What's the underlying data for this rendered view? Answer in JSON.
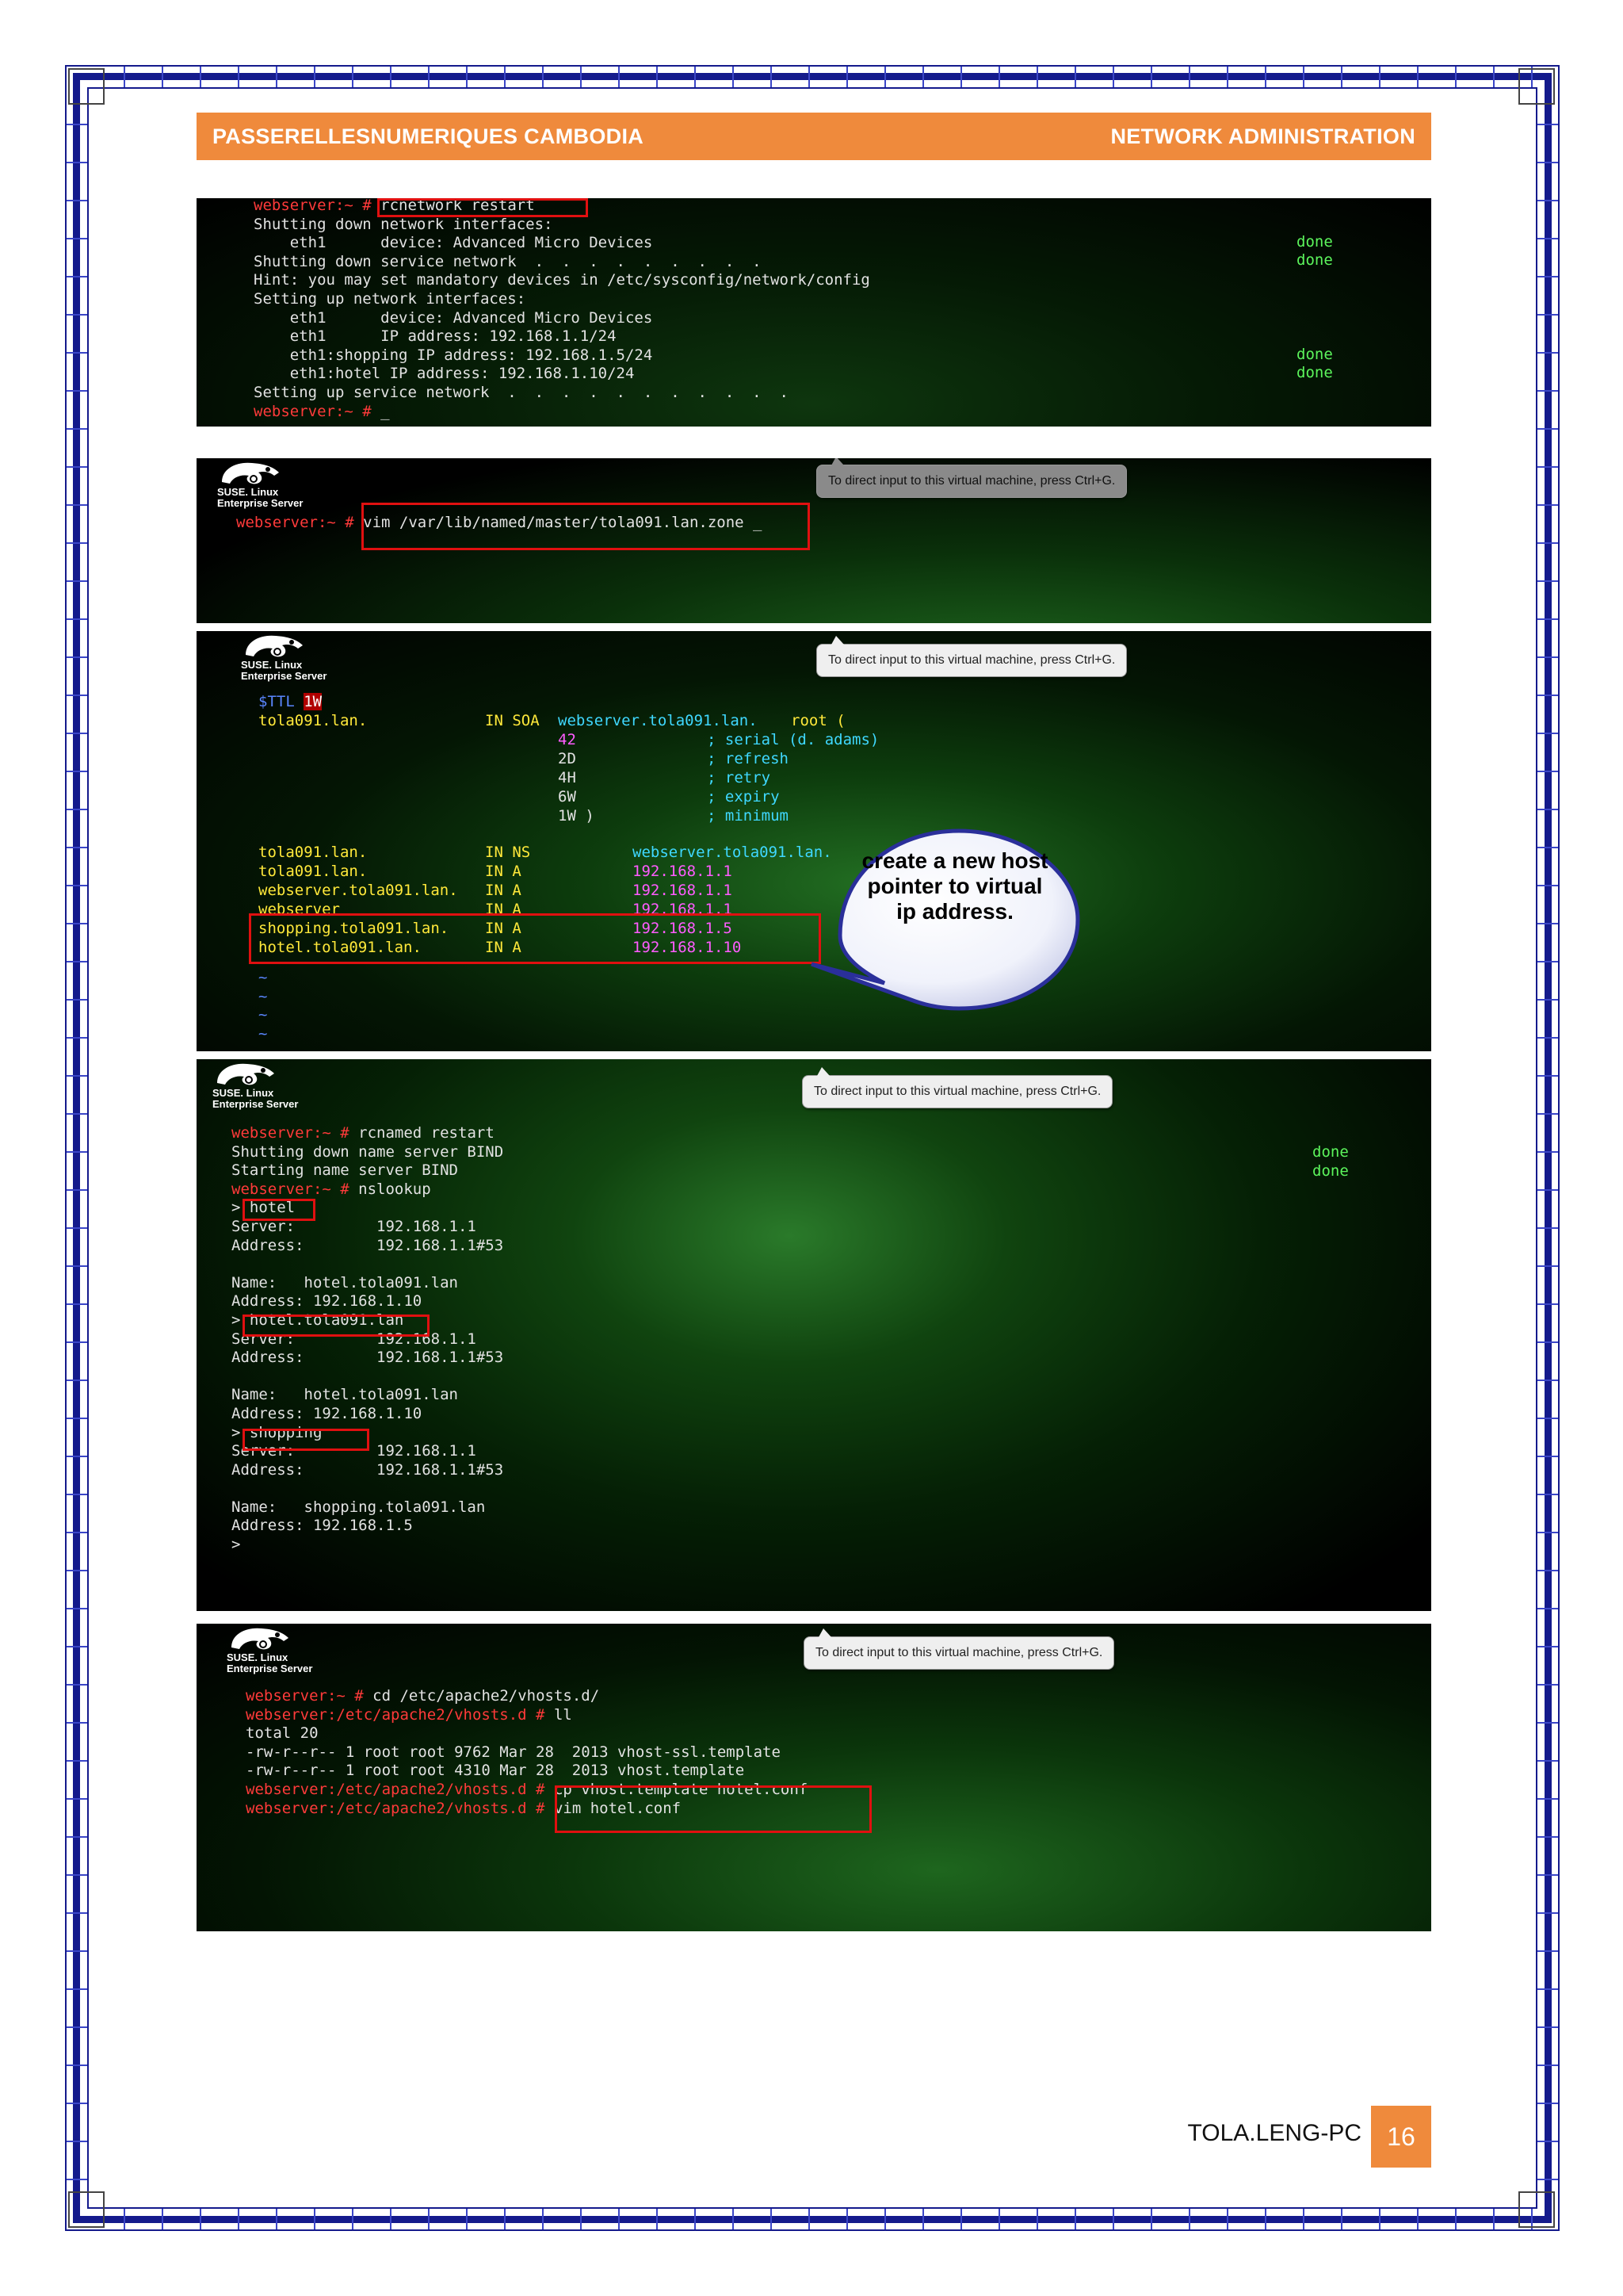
{
  "header": {
    "left": "PASSERELLESNUMERIQUES CAMBODIA",
    "right": "NETWORK ADMINISTRATION"
  },
  "footer": {
    "name": "TOLA.LENG-PC",
    "page": "16"
  },
  "tooltip_text": "To direct input to this virtual machine, press Ctrl+G.",
  "logo": {
    "line1": "SUSE. Linux",
    "line2": "Enterprise Server",
    "icon": "suse-chameleon-icon"
  },
  "shot1": {
    "prompt": "webserver:~ #",
    "command": "rcnetwork restart",
    "lines": [
      "Shutting down network interfaces:",
      "    eth1      device: Advanced Micro Devices",
      "Shutting down service network  .  .  .  .  .  .  .  .  .",
      "Hint: you may set mandatory devices in /etc/sysconfig/network/config",
      "Setting up network interfaces:",
      "    eth1      device: Advanced Micro Devices",
      "    eth1      IP address: 192.168.1.1/24",
      "    eth1:shopping IP address: 192.168.1.5/24",
      "    eth1:hotel IP address: 192.168.1.10/24",
      "Setting up service network  .  .  .  .  .  .  .  .  .  .  ."
    ],
    "final_prompt": "webserver:~ #",
    "cursor": "_",
    "done": [
      "done",
      "done",
      "done",
      "done"
    ]
  },
  "shot2": {
    "prompt": "webserver:~ #",
    "command": "vim /var/lib/named/master/tola091.lan.zone _"
  },
  "shot3": {
    "ttl_label": "$TTL",
    "ttl_value": "1W",
    "soa": {
      "name": "tola091.lan.",
      "class": "IN SOA",
      "server": "webserver.tola091.lan.",
      "contact": "root ("
    },
    "soa_fields": [
      {
        "value": "42",
        "comment": "; serial (d. adams)"
      },
      {
        "value": "2D",
        "comment": "; refresh"
      },
      {
        "value": "4H",
        "comment": "; retry"
      },
      {
        "value": "6W",
        "comment": "; expiry"
      },
      {
        "value": "1W )",
        "comment": "; minimum"
      }
    ],
    "records": [
      {
        "name": "tola091.lan.",
        "type": "IN NS",
        "value": "webserver.tola091.lan."
      },
      {
        "name": "tola091.lan.",
        "type": "IN A",
        "value": "192.168.1.1"
      },
      {
        "name": "webserver.tola091.lan.",
        "type": "IN A",
        "value": "192.168.1.1"
      },
      {
        "name": "webserver",
        "type": "IN A",
        "value": "192.168.1.1"
      },
      {
        "name": "shopping.tola091.lan.",
        "type": "IN A",
        "value": "192.168.1.5"
      },
      {
        "name": "hotel.tola091.lan.",
        "type": "IN A",
        "value": "192.168.1.10"
      }
    ],
    "tildes": "~\n~\n~\n~",
    "callout": "create a new host pointer to virtual ip address."
  },
  "shot4": {
    "prompt": "webserver:~ #",
    "cmd1": "rcnamed restart",
    "lines1": [
      "Shutting down name server BIND",
      "Starting name server BIND"
    ],
    "cmd2": "nslookup",
    "queries": [
      {
        "query": "hotel",
        "server": "192.168.1.1",
        "address": "192.168.1.1#53",
        "name": "hotel.tola091.lan",
        "result": "192.168.1.10"
      },
      {
        "query": "hotel.tola091.lan",
        "server": "192.168.1.1",
        "address": "192.168.1.1#53",
        "name": "hotel.tola091.lan",
        "result": "192.168.1.10"
      },
      {
        "query": "shopping",
        "server": "192.168.1.1",
        "address": "192.168.1.1#53",
        "name": "shopping.tola091.lan",
        "result": "192.168.1.5"
      }
    ],
    "labels": {
      "gt": ">",
      "server": "Server:",
      "address": "Address:",
      "name": "Name:"
    },
    "done": [
      "done",
      "done"
    ]
  },
  "shot5": {
    "prompt1": "webserver:~ #",
    "cmd1": "cd /etc/apache2/vhosts.d/",
    "prompt2": "webserver:/etc/apache2/vhosts.d #",
    "cmd2": "ll",
    "lines": [
      "total 20",
      "-rw-r--r-- 1 root root 9762 Mar 28  2013 vhost-ssl.template",
      "-rw-r--r-- 1 root root 4310 Mar 28  2013 vhost.template"
    ],
    "cmd3": "cp vhost.template hotel.conf",
    "cmd4": "vim hotel.conf"
  }
}
